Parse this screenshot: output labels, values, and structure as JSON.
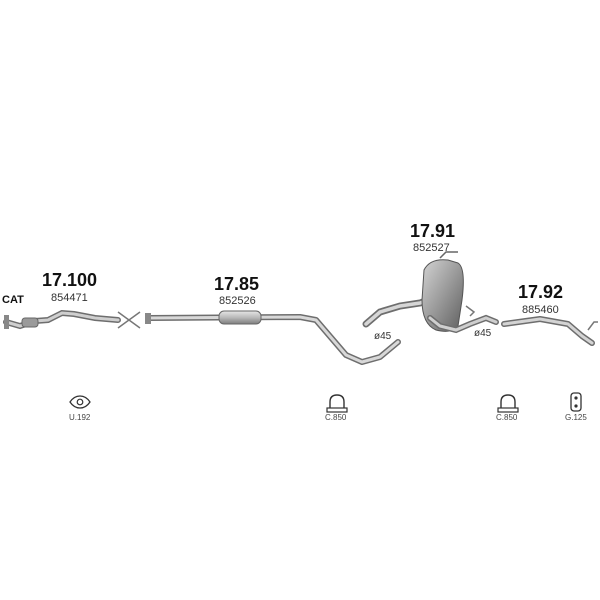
{
  "parts": [
    {
      "ref": "17.100",
      "code": "854471"
    },
    {
      "ref": "17.85",
      "code": "852526"
    },
    {
      "ref": "17.91",
      "code": "852527"
    },
    {
      "ref": "17.92",
      "code": "885460"
    }
  ],
  "cat_label": "CAT",
  "diameters": [
    "ø45",
    "ø45"
  ],
  "accessories": [
    {
      "code": "U.192",
      "icon": "gasket-icon"
    },
    {
      "code": "C.850",
      "icon": "clamp-icon"
    },
    {
      "code": "C.850",
      "icon": "clamp-icon"
    },
    {
      "code": "G.125",
      "icon": "rubber-hanger-icon"
    }
  ]
}
